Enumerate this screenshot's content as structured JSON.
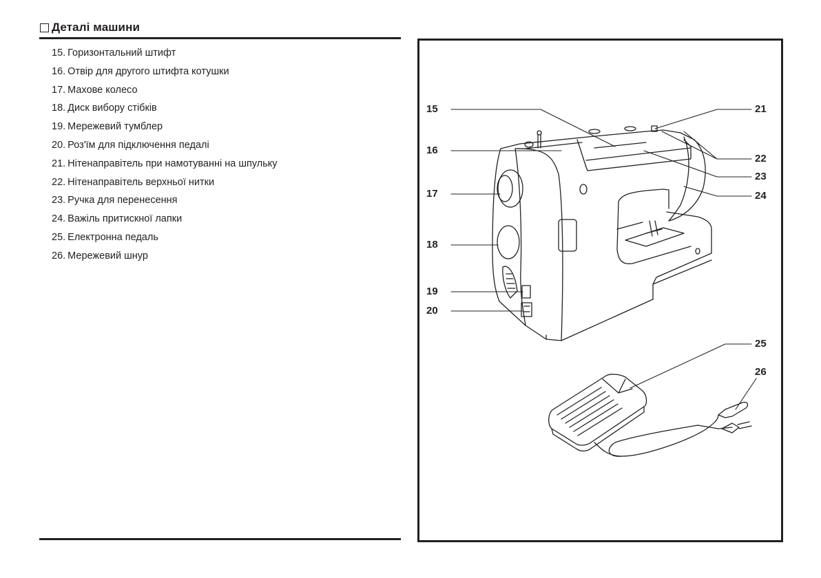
{
  "section": {
    "checkbox_icon": "square-outline",
    "title": "Деталі машини"
  },
  "parts": [
    {
      "num": "15.",
      "label": "Горизонтальний штифт"
    },
    {
      "num": "16.",
      "label": "Отвір для другого штифта котушки"
    },
    {
      "num": "17.",
      "label": "Махове колесо"
    },
    {
      "num": "18.",
      "label": "Диск вибору стібків"
    },
    {
      "num": "19.",
      "label": "Мережевий тумблер"
    },
    {
      "num": "20.",
      "label": "Роз'їм для підключення педалі"
    },
    {
      "num": "21.",
      "label": "Нітенаправітель при намотуванні на шпульку"
    },
    {
      "num": "22.",
      "label": "Нітенаправітель верхньої нитки"
    },
    {
      "num": "23.",
      "label": "Ручка для перенесення"
    },
    {
      "num": "24.",
      "label": "Важіль притискної лапки"
    },
    {
      "num": "25.",
      "label": "Електронна педаль"
    },
    {
      "num": "26.",
      "label": "Мережевий шнур"
    }
  ],
  "figure": {
    "callouts": [
      "15",
      "16",
      "17",
      "18",
      "19",
      "20",
      "21",
      "22",
      "23",
      "24",
      "25",
      "26"
    ]
  }
}
